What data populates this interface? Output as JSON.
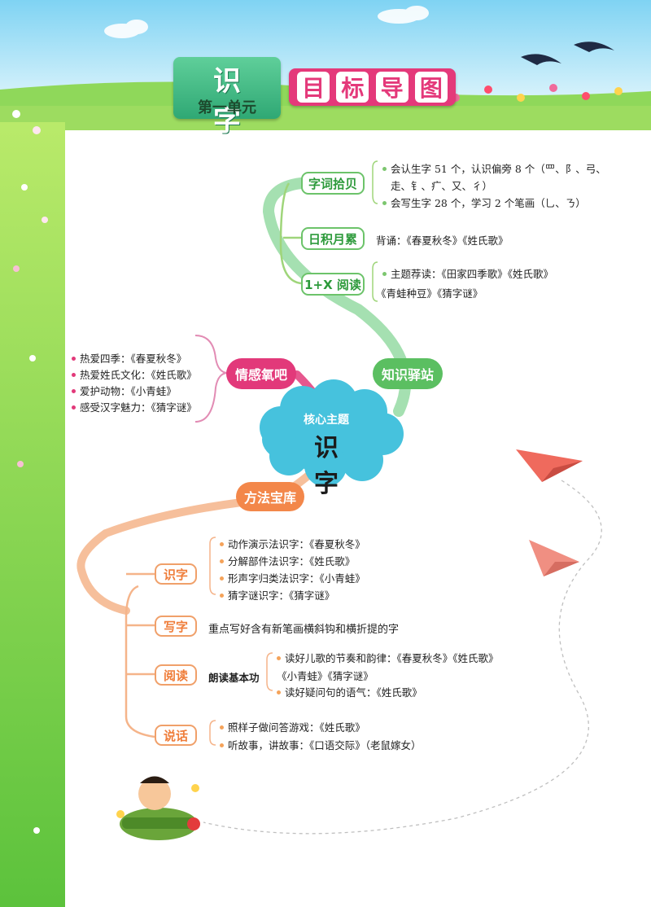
{
  "header": {
    "unit_title": "识 字",
    "unit_sub": "第一单元",
    "goal_chars": [
      "目",
      "标",
      "导",
      "图"
    ]
  },
  "center": {
    "topic_label": "核心主题",
    "topic": "识 字"
  },
  "hubs": {
    "knowledge": "知识驿站",
    "emotion": "情感氧吧",
    "method": "方法宝库"
  },
  "knowledge": {
    "ziciqiaobei": {
      "label": "字词拾贝",
      "lines": [
        "会认生字 51 个，认识偏旁 8 个（罒、阝、弓、",
        "走、钅、疒、又、彳）",
        "会写生字 28 个，学习 2 个笔画（乚、ㄋ）"
      ]
    },
    "rijiyuelei": {
      "label": "日积月累",
      "prefix": "背诵：",
      "text": "《春夏秋冬》《姓氏歌》"
    },
    "yuedu": {
      "label": "1+X 阅读",
      "prefix": "主题荐读：",
      "line1": "《田家四季歌》《姓氏歌》",
      "line2": "《青蛙种豆》《猜字谜》"
    }
  },
  "emotion": {
    "items": [
      {
        "k": "热爱四季：",
        "v": "《春夏秋冬》"
      },
      {
        "k": "热爱姓氏文化：",
        "v": "《姓氏歌》"
      },
      {
        "k": "爱护动物：",
        "v": "《小青蛙》"
      },
      {
        "k": "感受汉字魅力：",
        "v": "《猜字谜》"
      }
    ]
  },
  "method": {
    "shizi": {
      "label": "识字",
      "items": [
        {
          "k": "动作演示法识字：",
          "v": "《春夏秋冬》"
        },
        {
          "k": "分解部件法识字：",
          "v": "《姓氏歌》"
        },
        {
          "k": "形声字归类法识字：",
          "v": "《小青蛙》"
        },
        {
          "k": "猜字谜识字：",
          "v": "《猜字谜》"
        }
      ]
    },
    "xiezi": {
      "label": "写字",
      "text": "重点写好含有新笔画横斜钩和横折提的字"
    },
    "yuedu": {
      "label": "阅读",
      "sub": "朗读基本功",
      "line1k": "读好儿歌的节奏和韵律：",
      "line1v": "《春夏秋冬》《姓氏歌》",
      "line2": "《小青蛙》《猜字谜》",
      "line3k": "读好疑问句的语气：",
      "line3v": "《姓氏歌》"
    },
    "shuohua": {
      "label": "说话",
      "line1k": "照样子做问答游戏：",
      "line1v": "《姓氏歌》",
      "line2k": "听故事，讲故事：",
      "line2v": "《口语交际》（老鼠嫁女）"
    }
  },
  "colors": {
    "green": "#6cc36a",
    "pink": "#e2397a",
    "orange": "#f5a35a",
    "cloud": "#46c2dd"
  }
}
